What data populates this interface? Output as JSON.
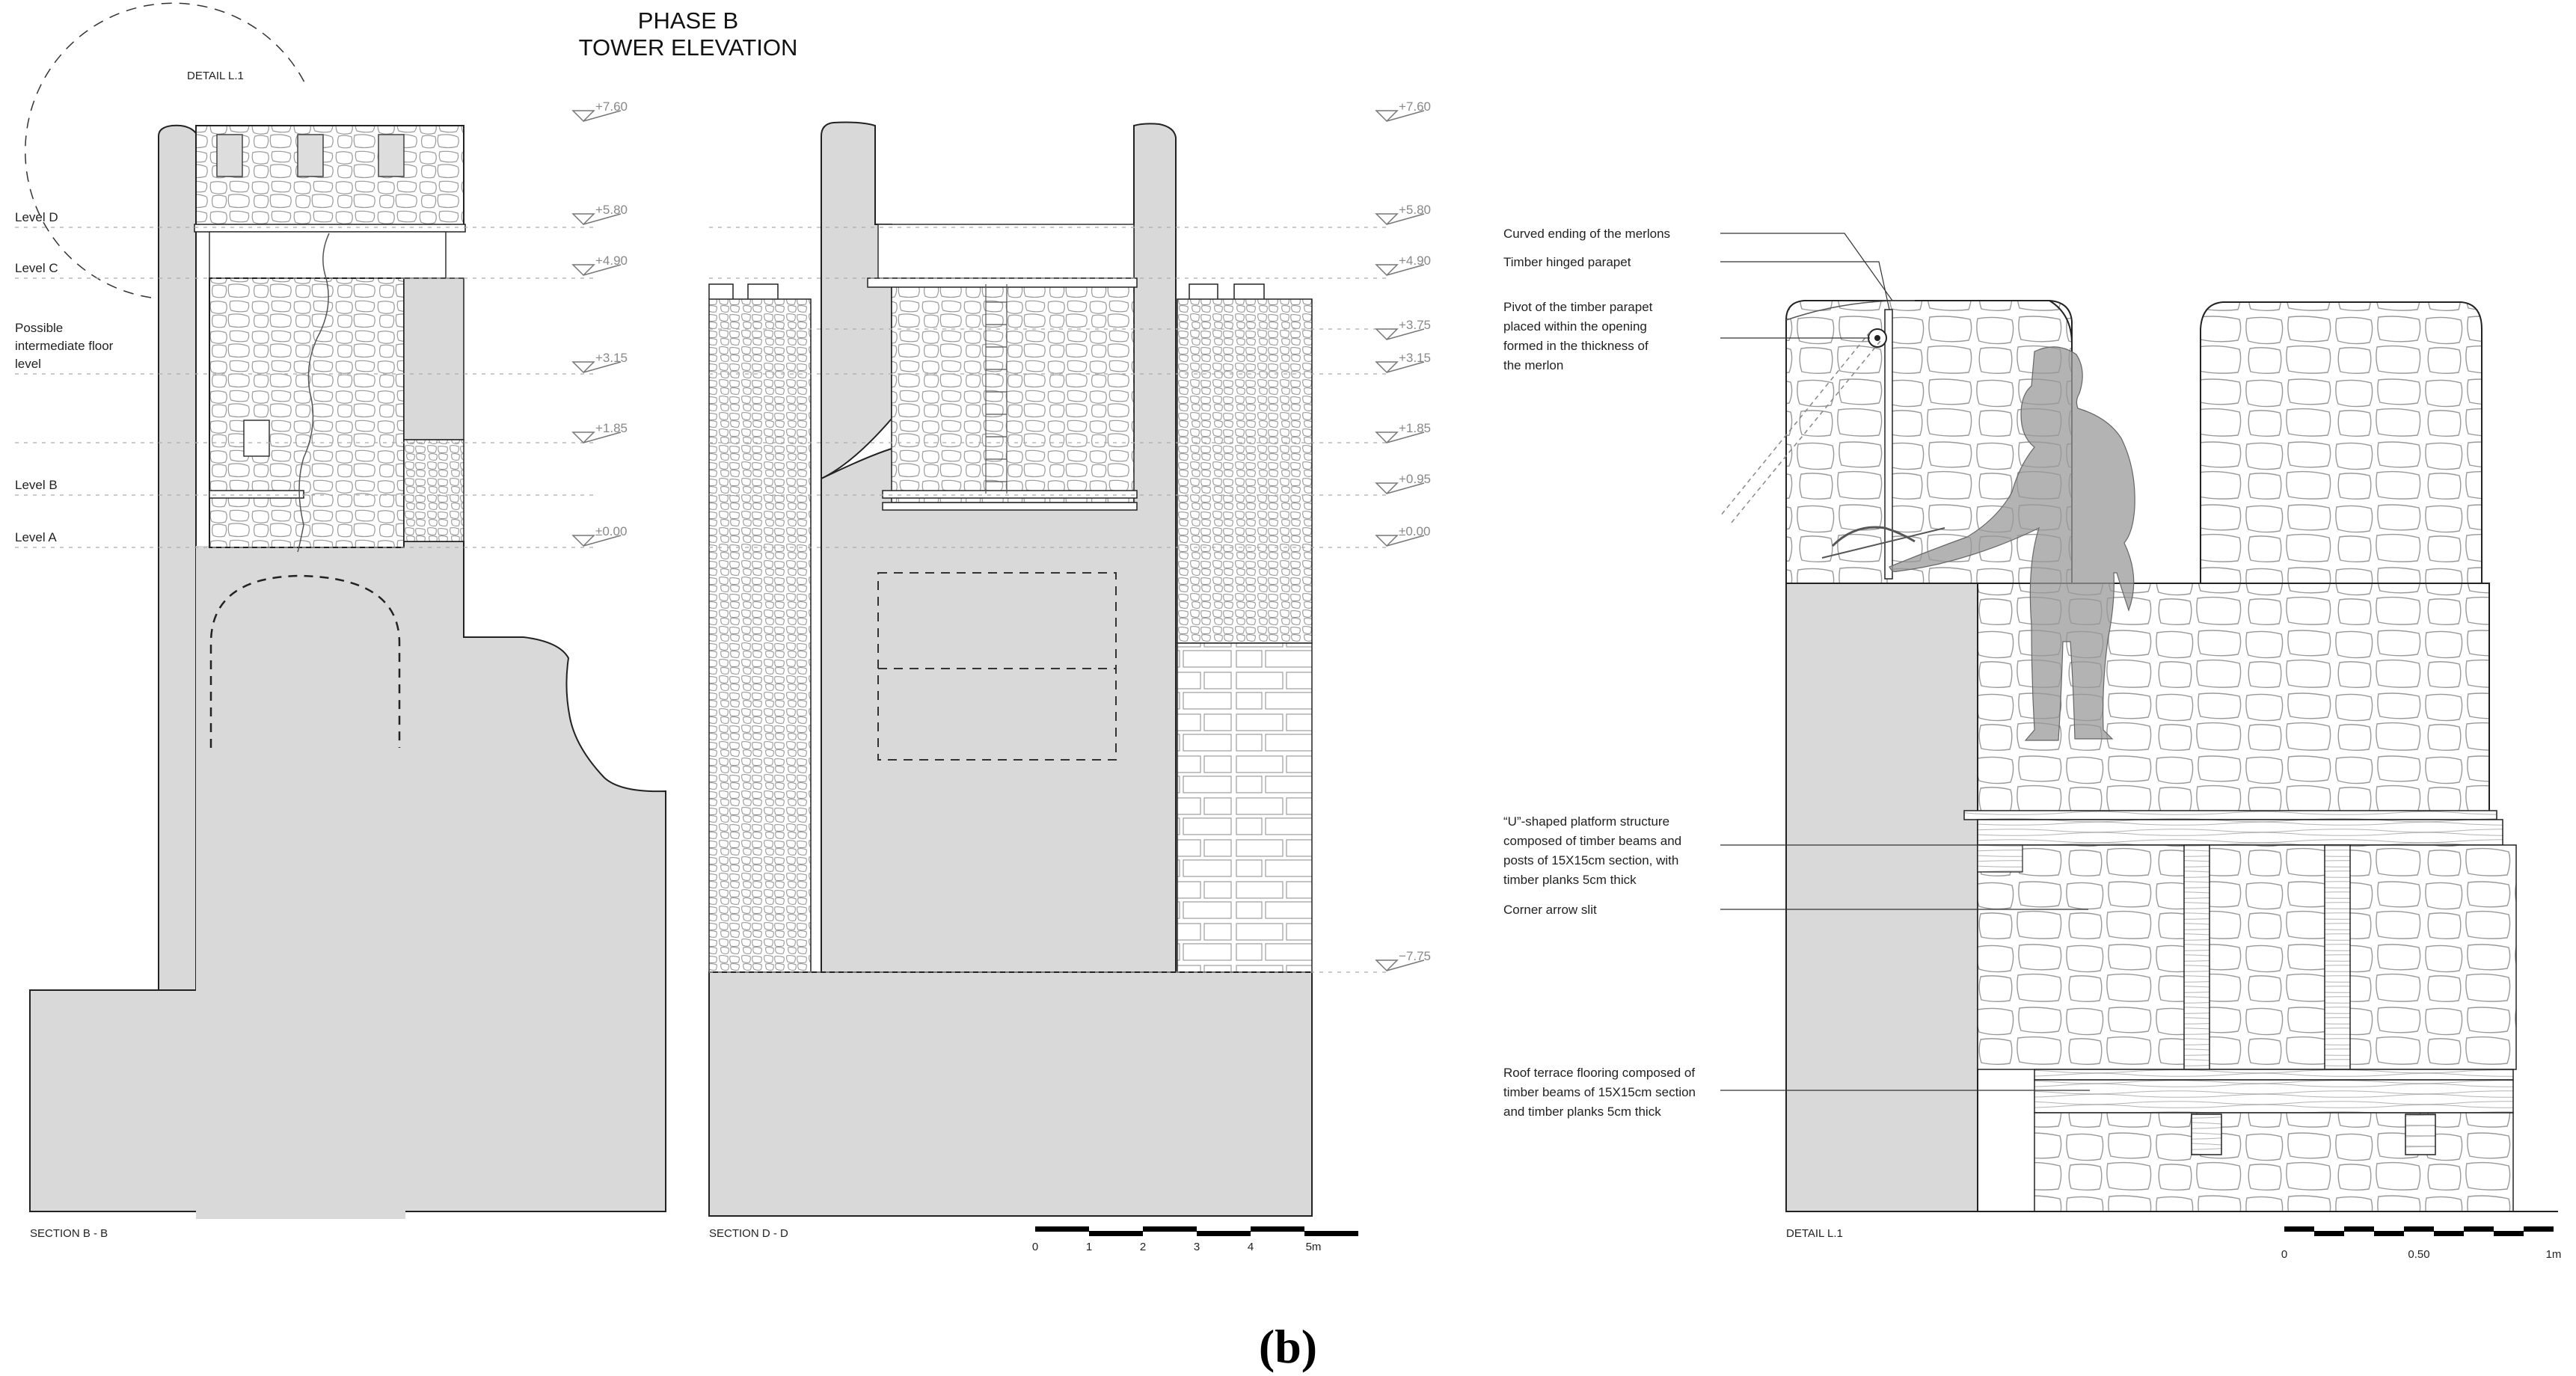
{
  "title": {
    "line1": "PHASE B",
    "line2": "TOWER ELEVATION"
  },
  "detail_callout": "DETAIL L.1",
  "level_labels": {
    "d": "Level D",
    "c": "Level C",
    "intermediate": [
      "Possible",
      "intermediate floor",
      "level"
    ],
    "b": "Level B",
    "a": "Level A"
  },
  "section_bb": {
    "caption": "SECTION B - B",
    "levels": [
      "+7.60",
      "+5.80",
      "+4.90",
      "+3.15",
      "+1.85",
      "±0.00"
    ]
  },
  "section_dd": {
    "caption": "SECTION D - D",
    "levels": [
      "+7.60",
      "+5.80",
      "+4.90",
      "+3.75",
      "+3.15",
      "+1.85",
      "+0.95",
      "±0.00",
      "−7.75"
    ],
    "scale_ticks": [
      "0",
      "1",
      "2",
      "3",
      "4",
      "5m"
    ]
  },
  "detail": {
    "caption": "DETAIL L.1",
    "annotations": [
      [
        "Curved ending of the merlons"
      ],
      [
        "Timber hinged parapet"
      ],
      [
        "Pivot of the timber parapet",
        "placed within the opening",
        "formed in the thickness of",
        "the merlon"
      ],
      [
        "“U”-shaped platform structure",
        "composed of timber beams and",
        "posts of 15X15cm section, with",
        "timber planks 5cm thick"
      ],
      [
        "Corner arrow slit"
      ],
      [
        "Roof terrace flooring composed of",
        "timber beams of 15X15cm section",
        "and timber planks 5cm thick"
      ]
    ],
    "scale_ticks": [
      "0",
      "0.50",
      "1m"
    ]
  },
  "figure_label": "(b)"
}
